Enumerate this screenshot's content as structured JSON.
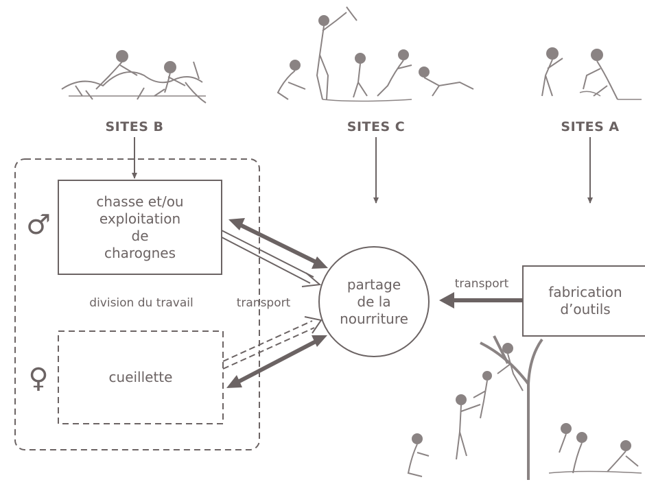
{
  "sites": {
    "b": "SITES B",
    "c": "SITES C",
    "a": "SITES A"
  },
  "boxes": {
    "chasse": [
      "chasse et/ou",
      "exploitation",
      "de",
      "charognes"
    ],
    "cueillette": "cueillette",
    "fabrication": [
      "fabrication",
      "d’outils"
    ]
  },
  "center": [
    "partage",
    "de la",
    "nourriture"
  ],
  "labels": {
    "division": "division du travail",
    "transport_left": "transport",
    "transport_right": "transport"
  },
  "symbols": {
    "male": "♂",
    "female": "♀"
  },
  "colors": {
    "line": "#6b6363",
    "illustration": "#8a8383"
  },
  "illustrations": [
    "butchering-scene",
    "food-sharing-scene",
    "toolmaking-scene",
    "tree-climbing-scene"
  ]
}
